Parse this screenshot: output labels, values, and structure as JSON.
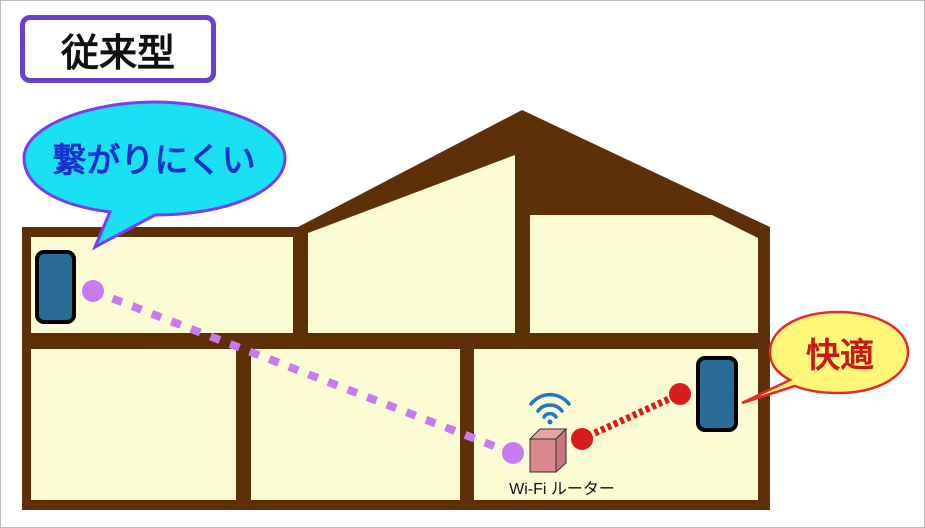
{
  "title": "従来型",
  "left_bubble": {
    "text": "繋がりにくい",
    "fill": "#19e0f2",
    "stroke": "#7a3cf0",
    "text_color": "#1a2fd0"
  },
  "right_bubble": {
    "text": "快適",
    "fill": "#fff67a",
    "stroke": "#e62a2a",
    "text_color": "#c81818"
  },
  "router": {
    "label": "Wi-Fi ルーター"
  },
  "colors": {
    "house_frame": "#5e3008",
    "room_fill": "#fbfbd4",
    "device": "#2a6b98",
    "weak_link": "#c87af0",
    "strong_link": "#d81c1c",
    "wifi_icon": "#1f78c8",
    "router_box": "#d98a8e"
  }
}
